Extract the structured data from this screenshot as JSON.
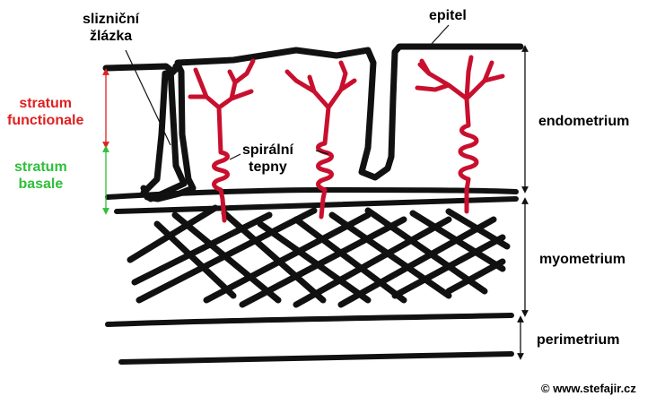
{
  "labels": {
    "gland": [
      "slizniční",
      "žlázka"
    ],
    "epithelium": "epitel",
    "stratum_functionale": [
      "stratum",
      "functionale"
    ],
    "stratum_basale": [
      "stratum",
      "basale"
    ],
    "spiral_arteries": [
      "spirální",
      "tepny"
    ],
    "endometrium": "endometrium",
    "myometrium": "myometrium",
    "perimetrium": "perimetrium",
    "copyright": "© www.stefajir.cz"
  },
  "colors": {
    "outline": "#111111",
    "artery": "#c8102e",
    "functionale": "#e02020",
    "basale": "#2fbf3a"
  }
}
